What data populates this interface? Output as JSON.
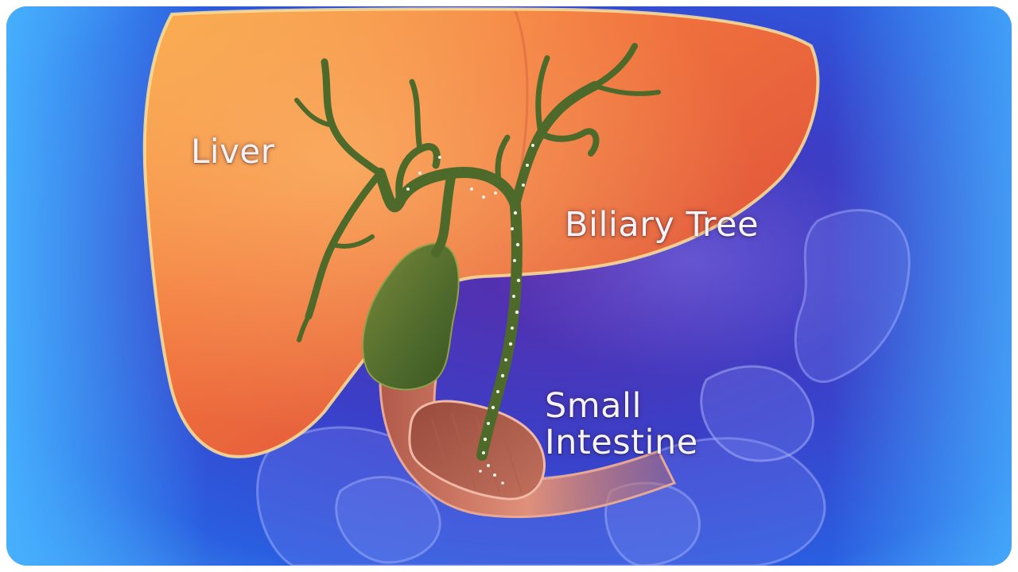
{
  "labels": {
    "liver": "Liver",
    "biliary_tree": "Biliary Tree",
    "small_intestine_line1": "Small",
    "small_intestine_line2": "Intestine"
  },
  "colors": {
    "background_blue": "#2a4fd8",
    "liver_orange": "#f0743a",
    "biliary_green": "#4f6a2c",
    "intestine_pink": "#c9725e",
    "label_white": "#f4f4f6"
  }
}
